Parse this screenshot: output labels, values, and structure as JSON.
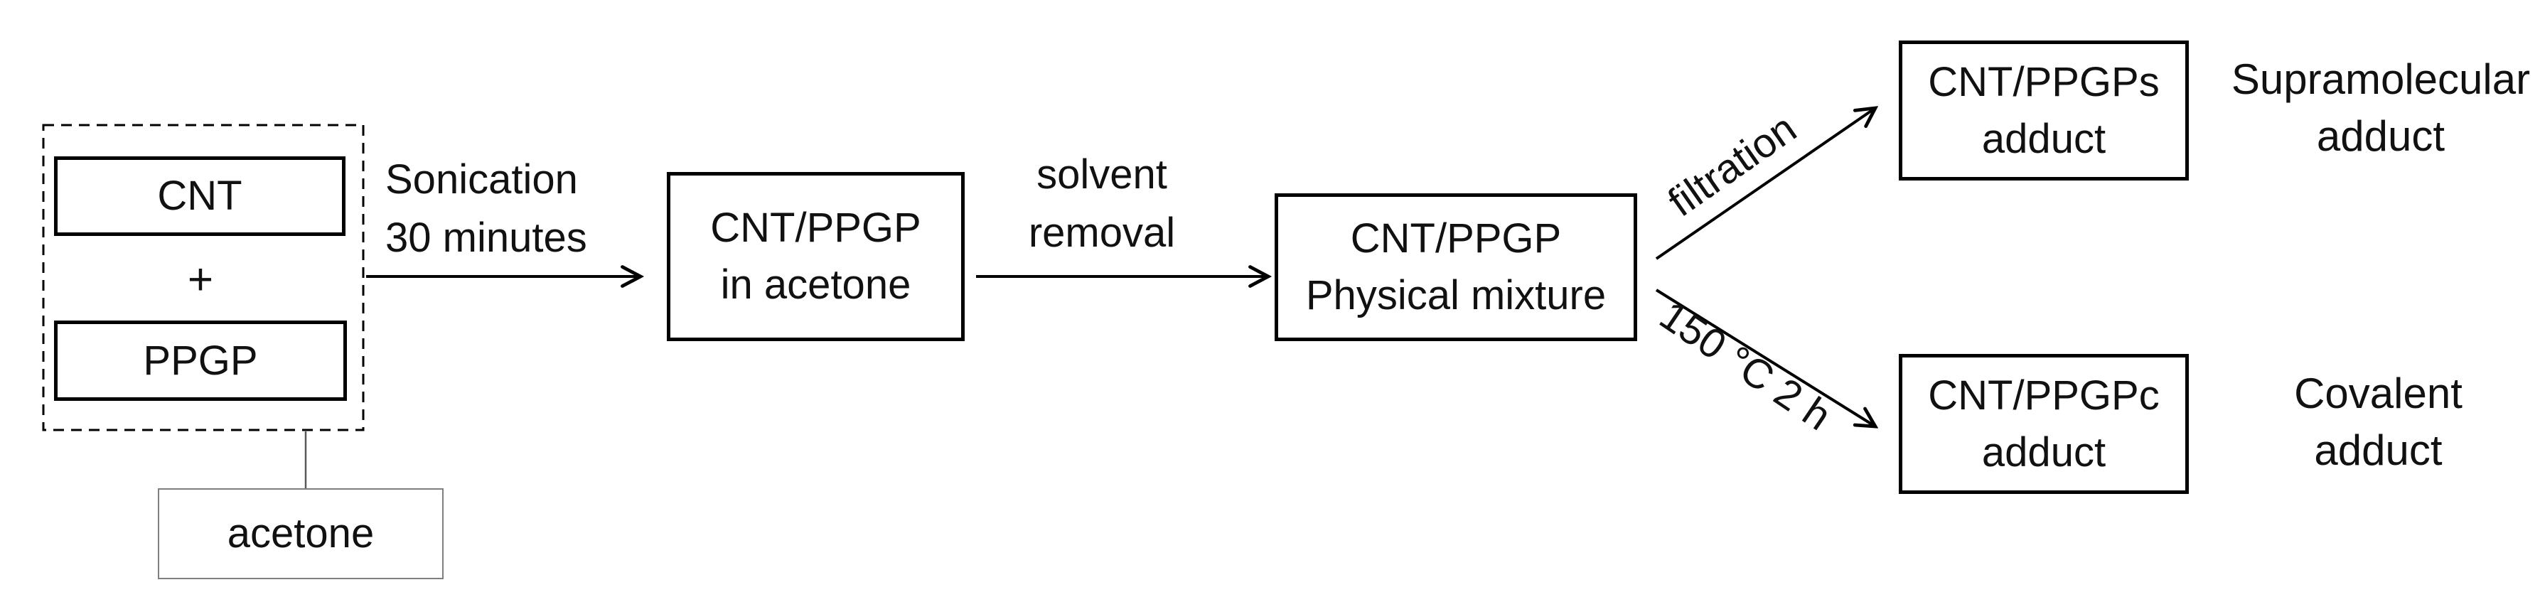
{
  "colors": {
    "background": "#ffffff",
    "line": "#000000",
    "text": "#111111",
    "thin_box_border": "#7f7f7f",
    "connector": "#595959"
  },
  "reactant_group": {
    "cnt_box_label": "CNT",
    "plus_sign": "+",
    "ppgp_box_label": "PPGP",
    "acetone_box_label": "acetone"
  },
  "sonication_arrow": {
    "label_line1": "Sonication",
    "label_line2": "30 minutes"
  },
  "mixture_in_acetone_box": {
    "line1": "CNT/PPGP",
    "line2": "in acetone"
  },
  "solvent_removal_arrow": {
    "label_line1": "solvent",
    "label_line2": "removal"
  },
  "physical_mixture_box": {
    "line1": "CNT/PPGP",
    "line2": "Physical mixture"
  },
  "branch_top": {
    "arrow_label": "filtration",
    "box_line1": "CNT/PPGPs",
    "box_line2": "adduct",
    "annotation_line1": "Supramolecular",
    "annotation_line2": "adduct"
  },
  "branch_bottom": {
    "arrow_label": "150 °C 2 h",
    "box_line1": "CNT/PPGPc",
    "box_line2": "adduct",
    "annotation_line1": "Covalent",
    "annotation_line2": "adduct"
  }
}
